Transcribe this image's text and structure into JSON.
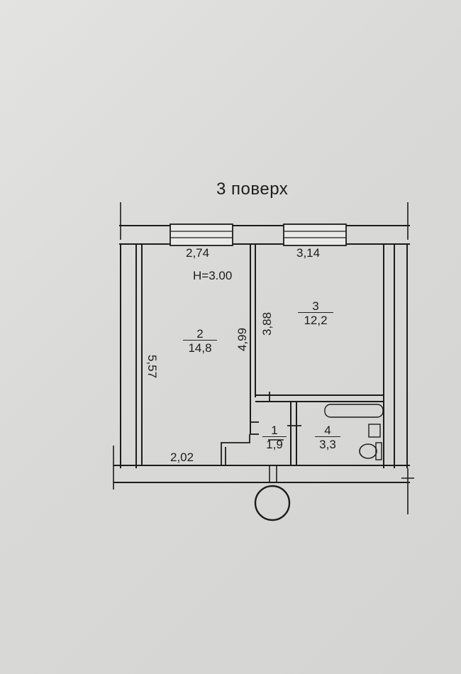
{
  "floor_label": "3 поверх",
  "ceiling_height": "H=3.00",
  "rooms": [
    {
      "number": "1",
      "area": "1,9"
    },
    {
      "number": "2",
      "area": "14,8"
    },
    {
      "number": "3",
      "area": "12,2"
    },
    {
      "number": "4",
      "area": "3,3"
    }
  ],
  "dimensions": {
    "room2_width_top": "2,74",
    "room3_width_top": "3,14",
    "room2_length_left": "5,57",
    "room2_length_right": "4,99",
    "room3_length": "3,88",
    "room2_width_bottom": "2,02"
  },
  "colors": {
    "ink": "#1c1c1c",
    "paper": "#dcdcda"
  }
}
